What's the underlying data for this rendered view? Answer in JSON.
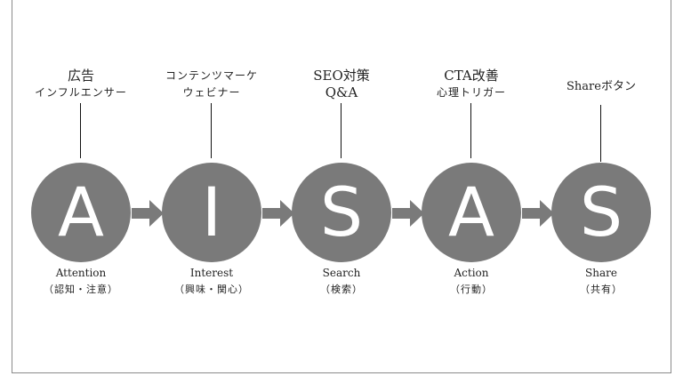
{
  "stages": [
    {
      "letter": "A",
      "label_en": "Attention",
      "label_jp": "（認知・注意）",
      "top_lines": [
        "広告",
        "インフルエンサー"
      ]
    },
    {
      "letter": "I",
      "label_en": "Interest",
      "label_jp": "（興味・関心）",
      "top_lines": [
        "コンテンツマーケ",
        "ウェビナー"
      ]
    },
    {
      "letter": "S",
      "label_en": "Search",
      "label_jp": "（検索）",
      "top_lines": [
        "SEO対策",
        "Q&A"
      ]
    },
    {
      "letter": "A",
      "label_en": "Action",
      "label_jp": "（行動）",
      "top_lines": [
        "CTA改善",
        "心理トリガー"
      ]
    },
    {
      "letter": "S",
      "label_en": "Share",
      "label_jp": "（共有）",
      "top_lines": [
        "Shareボタン"
      ]
    }
  ],
  "colors": {
    "circle": "#7a7a7a",
    "arrow": "#7a7a7a",
    "line": "#111111"
  }
}
